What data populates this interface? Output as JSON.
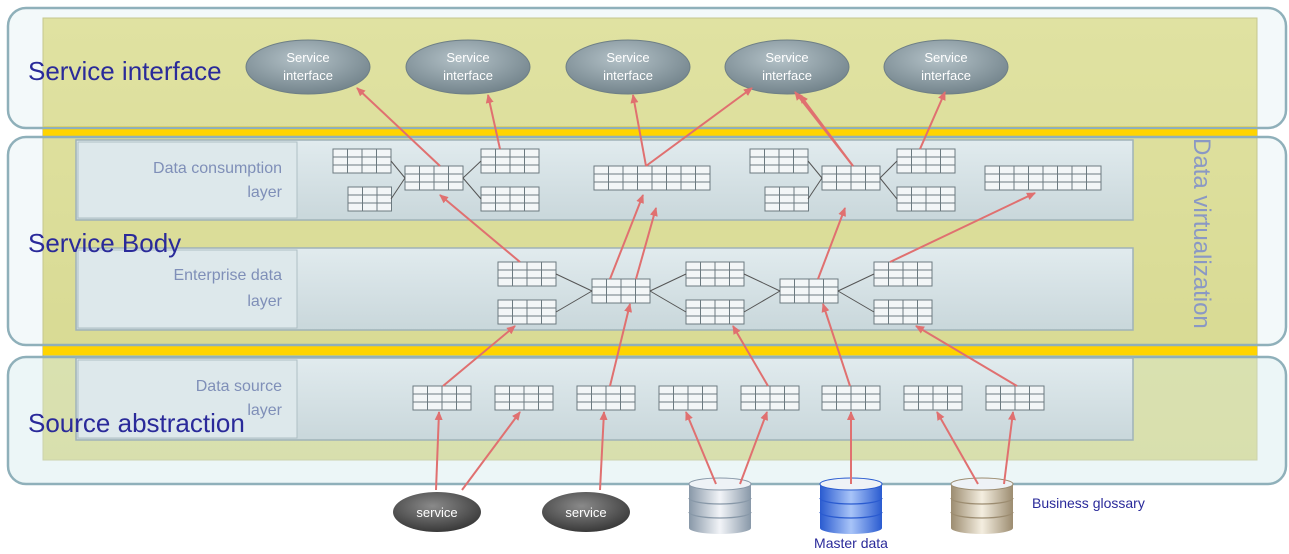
{
  "sections": {
    "service_interface": "Service interface",
    "service_body": "Service Body",
    "source_abstraction": "Source abstraction"
  },
  "virtualization_label": "Data virtualization",
  "layers": {
    "consumption": [
      "Data consumption",
      "layer"
    ],
    "enterprise": [
      "Enterprise data",
      "layer"
    ],
    "source": [
      "Data source",
      "layer"
    ]
  },
  "service_interface_items": [
    [
      "Service",
      "interface"
    ],
    [
      "Service",
      "interface"
    ],
    [
      "Service",
      "interface"
    ],
    [
      "Service",
      "interface"
    ],
    [
      "Service",
      "interface"
    ]
  ],
  "sources": {
    "service_1": "service",
    "service_2": "service",
    "master_data": "Master data",
    "business_glossary": "Business glossary"
  },
  "colors": {
    "outer_box_fill": "#ddeef1",
    "outer_box_stroke": "#8fb0ba",
    "yellow_band": "#dcd76a",
    "yellow_stripe": "#ffd400",
    "layer_fill": "#d5e1e4",
    "arrow": "#e07070",
    "ellipse": "#8d9ca3",
    "dark_source": "#555555"
  }
}
